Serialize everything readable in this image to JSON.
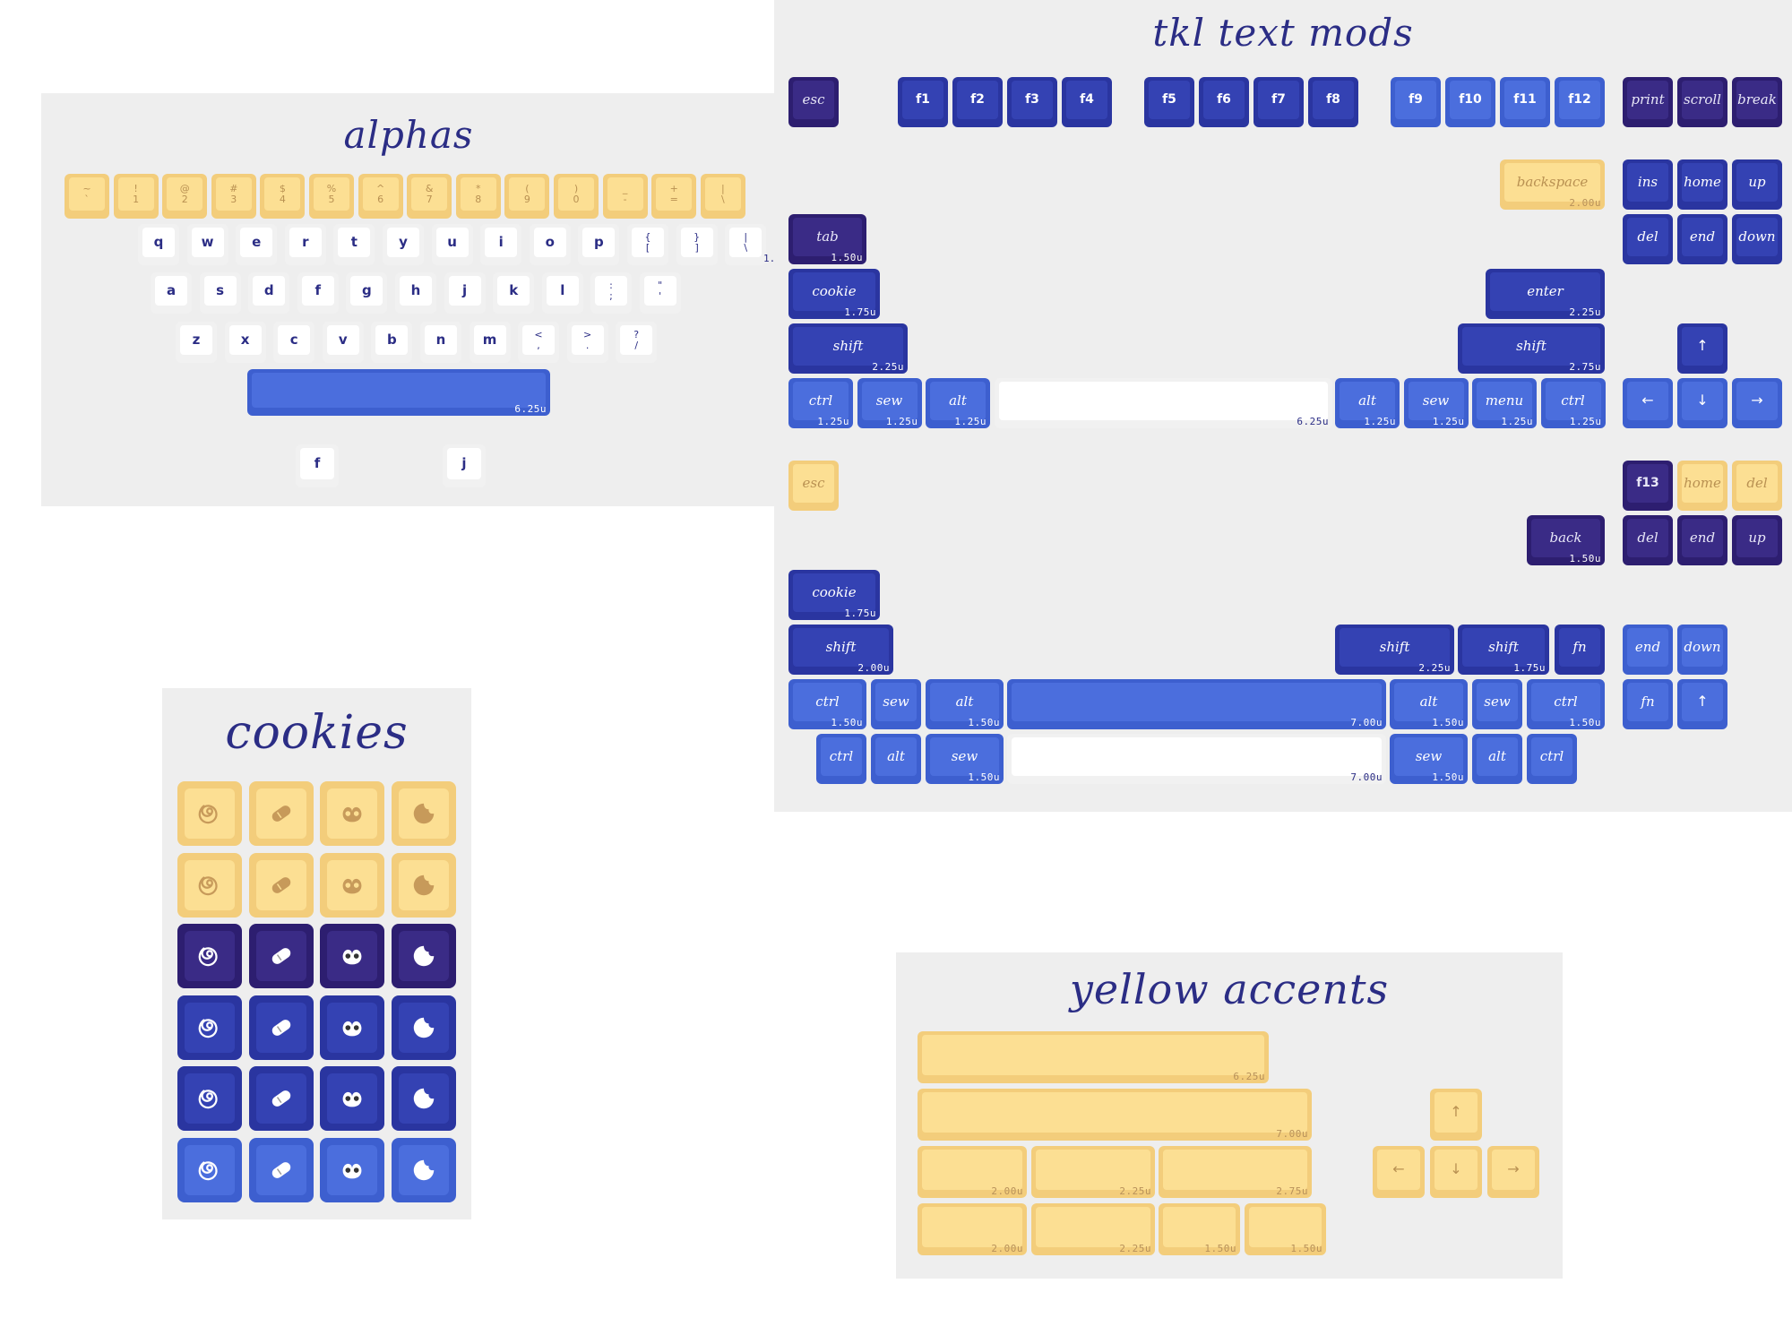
{
  "titles": {
    "alphas": "alphas",
    "tkl": "tkl text mods",
    "cookies": "cookies",
    "yellow": "yellow accents"
  },
  "alphas": {
    "number_row": [
      {
        "top": "~",
        "bottom": "`"
      },
      {
        "top": "!",
        "bottom": "1"
      },
      {
        "top": "@",
        "bottom": "2"
      },
      {
        "top": "#",
        "bottom": "3"
      },
      {
        "top": "$",
        "bottom": "4"
      },
      {
        "top": "%",
        "bottom": "5"
      },
      {
        "top": "^",
        "bottom": "6"
      },
      {
        "top": "&",
        "bottom": "7"
      },
      {
        "top": "*",
        "bottom": "8"
      },
      {
        "top": "(",
        "bottom": "9"
      },
      {
        "top": ")",
        "bottom": "0"
      },
      {
        "top": "_",
        "bottom": "-"
      },
      {
        "top": "+",
        "bottom": "="
      },
      {
        "top": "|",
        "bottom": "\\"
      }
    ],
    "row_q": [
      "q",
      "w",
      "e",
      "r",
      "t",
      "y",
      "u",
      "i",
      "o",
      "p"
    ],
    "row_q_extra": [
      {
        "top": "{",
        "bottom": "["
      },
      {
        "top": "}",
        "bottom": "]"
      },
      {
        "top": "|",
        "bottom": "\\"
      }
    ],
    "row_q_extra_size": "1.",
    "row_a": [
      "a",
      "s",
      "d",
      "f",
      "g",
      "h",
      "j",
      "k",
      "l"
    ],
    "row_a_extra": [
      {
        "top": ":",
        "bottom": ";"
      },
      {
        "top": "\"",
        "bottom": "'"
      }
    ],
    "row_z": [
      "z",
      "x",
      "c",
      "v",
      "b",
      "n",
      "m"
    ],
    "row_z_extra": [
      {
        "top": "<",
        "bottom": ","
      },
      {
        "top": ">",
        "bottom": "."
      },
      {
        "top": "?",
        "bottom": "/"
      }
    ],
    "space_size": "6.25u",
    "homing": [
      "f",
      "j"
    ]
  },
  "tkl": {
    "row1": {
      "esc": "esc",
      "f1_f4": [
        "f1",
        "f2",
        "f3",
        "f4"
      ],
      "f5_f8": [
        "f5",
        "f6",
        "f7",
        "f8"
      ],
      "f9_f12": [
        "f9",
        "f10",
        "f11",
        "f12"
      ],
      "nav": [
        "print",
        "scroll",
        "break"
      ]
    },
    "backspace": {
      "label": "backspace",
      "size": "2.00u"
    },
    "nav2": [
      "ins",
      "home",
      "up"
    ],
    "nav3": [
      "del",
      "end",
      "down"
    ],
    "tab": {
      "label": "tab",
      "size": "1.50u"
    },
    "cookie": {
      "label": "cookie",
      "size": "1.75u"
    },
    "enter": {
      "label": "enter",
      "size": "2.25u"
    },
    "lshift": {
      "label": "shift",
      "size": "2.25u"
    },
    "rshift": {
      "label": "shift",
      "size": "2.75u"
    },
    "bottom_left": [
      {
        "label": "ctrl",
        "size": "1.25u"
      },
      {
        "label": "sew",
        "size": "1.25u"
      },
      {
        "label": "alt",
        "size": "1.25u"
      }
    ],
    "space_size": "6.25u",
    "bottom_right": [
      {
        "label": "alt",
        "size": "1.25u"
      },
      {
        "label": "sew",
        "size": "1.25u"
      },
      {
        "label": "menu",
        "size": "1.25u"
      },
      {
        "label": "ctrl",
        "size": "1.25u"
      }
    ],
    "arrows": {
      "up": "↑",
      "left": "←",
      "down": "↓",
      "right": "→"
    },
    "ext": {
      "esc": "esc",
      "f13": "f13",
      "home": "home",
      "del": "del",
      "row2": [
        "del",
        "end",
        "up"
      ],
      "back": {
        "label": "back",
        "size": "1.50u"
      },
      "cookie": {
        "label": "cookie",
        "size": "1.75u"
      },
      "shift_l": {
        "label": "shift",
        "size": "2.00u"
      },
      "shift_m": {
        "label": "shift",
        "size": "2.25u"
      },
      "shift_r": {
        "label": "shift",
        "size": "1.75u"
      },
      "fn": "fn",
      "nav_r1": [
        "end",
        "down"
      ],
      "fn2": "fn",
      "up": "↑",
      "row4": [
        {
          "label": "ctrl",
          "size": "1.50u"
        },
        {
          "label": "sew",
          "size": ""
        },
        {
          "label": "alt",
          "size": "1.50u"
        }
      ],
      "space7_blue": "7.00u",
      "row4_r": [
        {
          "label": "alt",
          "size": "1.50u"
        },
        {
          "label": "sew",
          "size": ""
        },
        {
          "label": "ctrl",
          "size": "1.50u"
        }
      ],
      "row5": [
        {
          "label": "ctrl",
          "size": ""
        },
        {
          "label": "alt",
          "size": ""
        },
        {
          "label": "sew",
          "size": "1.50u"
        }
      ],
      "space7_white": "7.00u",
      "row5_r": [
        {
          "label": "sew",
          "size": "1.50u"
        },
        {
          "label": "alt",
          "size": ""
        },
        {
          "label": "ctrl",
          "size": ""
        }
      ]
    }
  },
  "cookies": {
    "icons": [
      "swirl-cookie-icon",
      "oval-cookie-icon",
      "pretzel-cookie-icon",
      "bitten-cookie-icon"
    ],
    "rows": [
      "yellow",
      "yellow",
      "dark",
      "mid",
      "mid",
      "blue"
    ],
    "colors": {
      "yellow": "#f3cd7b",
      "dark": "#2d1e70",
      "mid": "#2a35a0",
      "blue": "#3d5fcf"
    }
  },
  "yellow": {
    "space1": "6.25u",
    "space2": "7.00u",
    "row3": [
      "2.00u",
      "2.25u",
      "2.75u"
    ],
    "row4": [
      "2.00u",
      "2.25u",
      "1.50u",
      "1.50u"
    ],
    "arrows": {
      "up": "↑",
      "left": "←",
      "down": "↓",
      "right": "→"
    }
  }
}
